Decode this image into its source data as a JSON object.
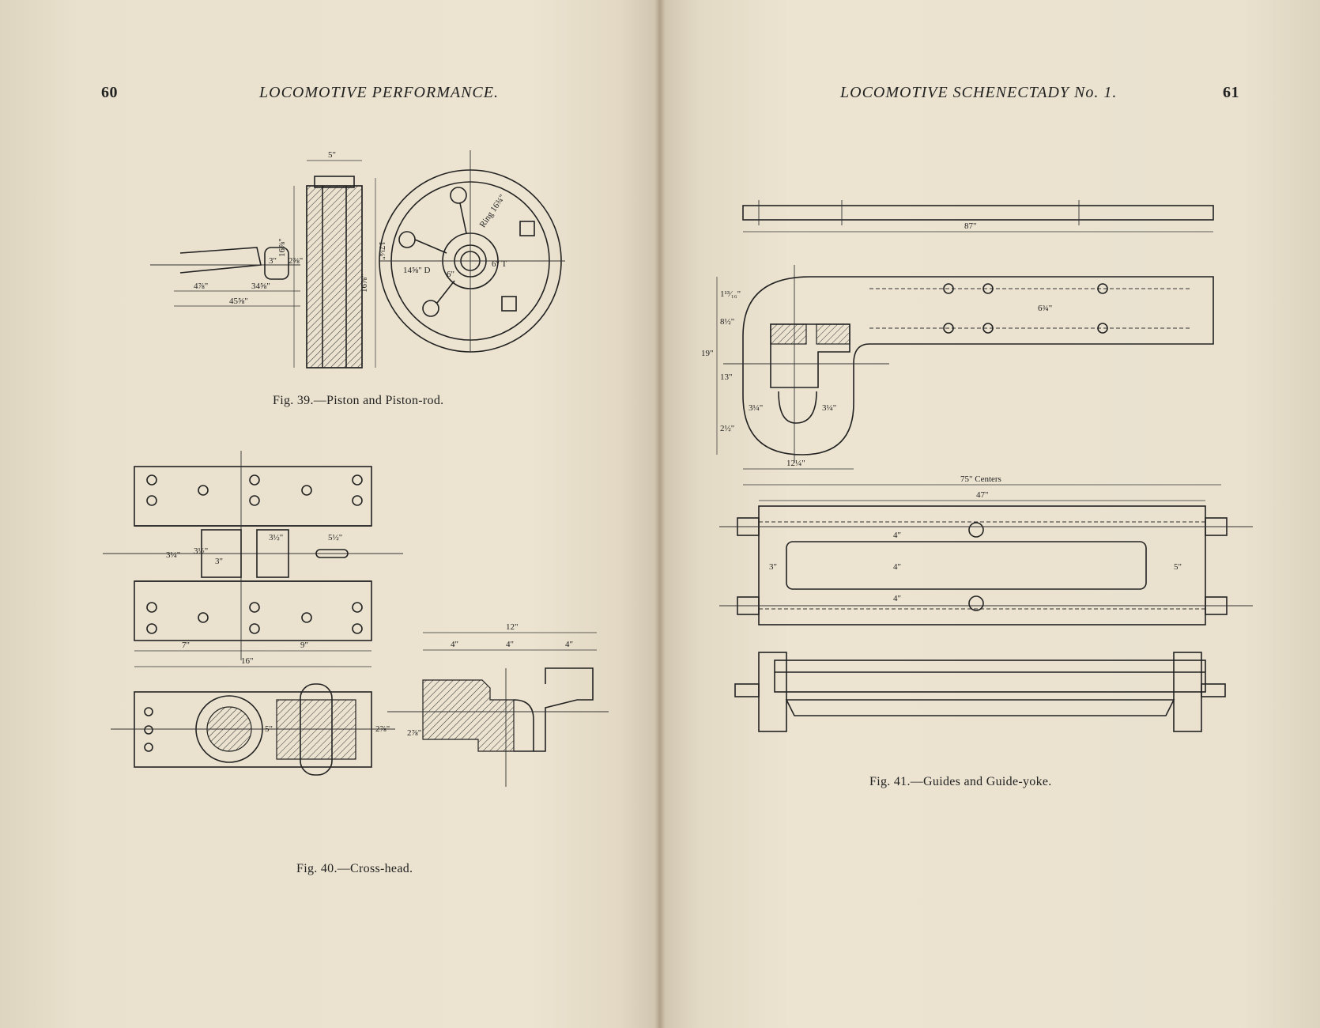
{
  "left_page": {
    "page_number": "60",
    "running_title": "LOCOMOTIVE PERFORMANCE.",
    "figures": [
      {
        "id": "fig39",
        "caption": "Fig. 39.—Piston and Piston-rod.",
        "labels": [
          "5\"",
          "16⅞\"",
          "17¼\"",
          "16⅞\"",
          "3\"",
          "2⅜\"",
          "4⅞\"",
          "34⅝\"",
          "45⅝\"",
          "14⅝\" D",
          "6\"",
          "6\" T",
          "Ring 16¾\""
        ]
      },
      {
        "id": "fig40",
        "caption": "Fig. 40.—Cross-head.",
        "labels": [
          "3½\"",
          "3¼\"",
          "3\"",
          "3½\"",
          "5½\"",
          "7\"",
          "9\"",
          "16\"",
          "12\"",
          "4\"",
          "4\"",
          "4\"",
          "5\"",
          "2⅞\"",
          "2⅞\""
        ]
      }
    ]
  },
  "right_page": {
    "page_number": "61",
    "running_title": "LOCOMOTIVE SCHENECTADY No. 1.",
    "figures": [
      {
        "id": "fig41",
        "caption": "Fig. 41.—Guides and Guide-yoke.",
        "labels": [
          "87\"",
          "1¹³⁄₁₆\"",
          "8½\"",
          "19\"",
          "13\"",
          "2½\"",
          "6¾\"",
          "3¼\"",
          "3¼\"",
          "12¼\"",
          "75\" Centers",
          "47\"",
          "3\"",
          "5\"",
          "4\"",
          "4\"",
          "4\""
        ]
      }
    ]
  }
}
